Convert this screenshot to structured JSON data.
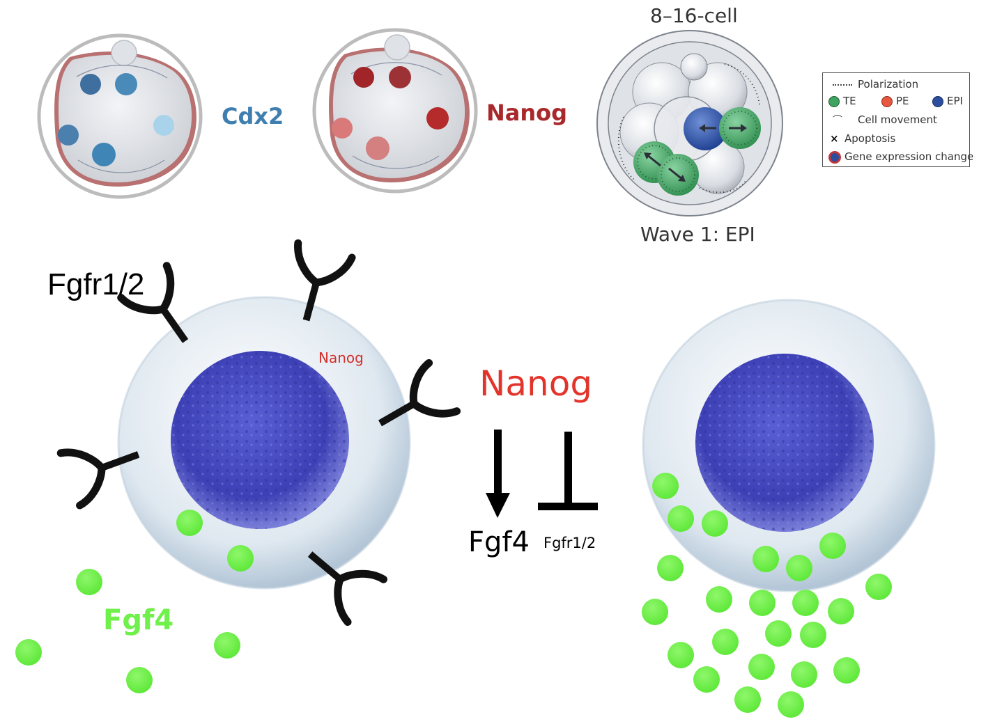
{
  "embryos": {
    "cdx2_label": "Cdx2",
    "nanog_label": "Nanog",
    "stage_title": "8–16-cell",
    "wave_label": "Wave 1: EPI"
  },
  "legend": {
    "polarization": "Polarization",
    "te": "TE",
    "pe": "PE",
    "epi": "EPI",
    "cell_movement": "Cell movement",
    "apoptosis_symbol": "×",
    "apoptosis": "Apoptosis",
    "gene_expression_change": "Gene expression change"
  },
  "cells": {
    "receptor_label": "Fgfr1/2",
    "ligand_label": "Fgf4",
    "nucleus_label": "Nanog"
  },
  "pathway": {
    "regulator": "Nanog",
    "activated_target": "Fgf4",
    "repressed_target": "Fgfr1/2"
  },
  "colors": {
    "cdx2_blue": "#3f7fb0",
    "nanog_red": "#a8282c",
    "te_green": "#3fa45f",
    "fgf4_green": "#6ff04a",
    "nanog_text_red": "#e2342a",
    "nucleus_blue": "#4949c2"
  }
}
